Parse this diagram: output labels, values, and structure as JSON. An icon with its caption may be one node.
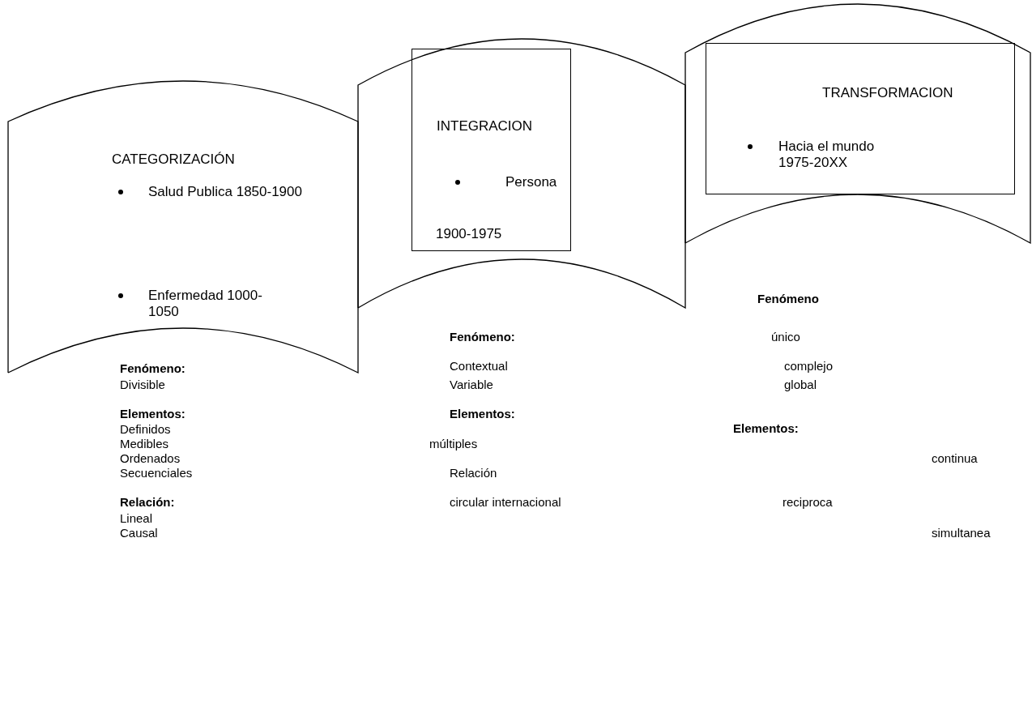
{
  "diagram": {
    "nodes": [
      {
        "text": [
          "CATEGORIZACIÓN",
          "Salud Publica 1850-1900",
          "Enfermedad 1000-1050"
        ]
      },
      {
        "text": [],
        "shape": "banner"
      },
      {
        "text": [
          "INTEGRACION",
          "Persona",
          "1900-1975"
        ],
        "in": 1
      },
      {
        "text": [],
        "shape": "banner"
      },
      {
        "text": [
          "TRANSFORMACION",
          "Hacia el mundo 1975-20XX"
        ],
        "in": 3
      }
    ],
    "labels": [
      "Fenómeno:",
      "Divisible",
      "Elementos:",
      "Definidos",
      "Medibles",
      "Ordenados",
      "Secuenciales",
      "Relación:",
      "Lineal",
      "Causal",
      "Fenómeno:",
      "Contextual",
      "Variable",
      "Elementos:",
      "múltiples",
      "Relación",
      "circular internacional",
      "Fenómeno",
      "único",
      "complejo",
      "global",
      "Elementos:",
      "continua",
      "reciproca",
      "simultanea"
    ]
  }
}
